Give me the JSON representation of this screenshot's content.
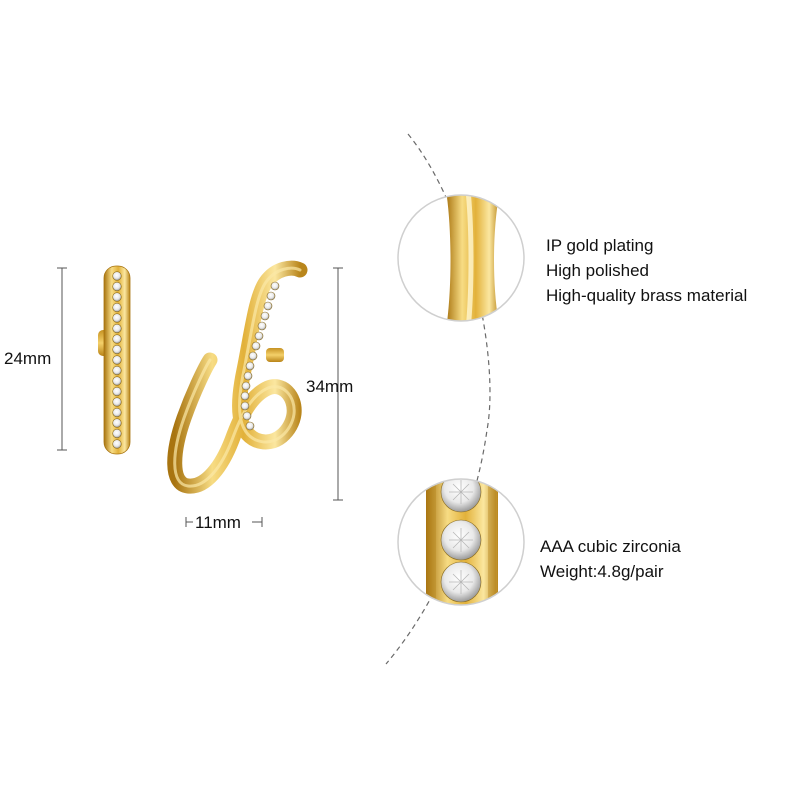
{
  "dimensions": {
    "height_left": "24mm",
    "height_right": "34mm",
    "width": "11mm"
  },
  "features": {
    "material": [
      "IP gold plating",
      "High polished",
      "High-quality brass material"
    ],
    "stones": [
      "AAA cubic zirconia",
      "Weight:4.8g/pair"
    ]
  },
  "colors": {
    "gold_light": "#f6d97a",
    "gold_mid": "#e3b43c",
    "gold_dark": "#b07e15",
    "dim_line": "#555555",
    "dash_line": "#6a6a6a"
  }
}
